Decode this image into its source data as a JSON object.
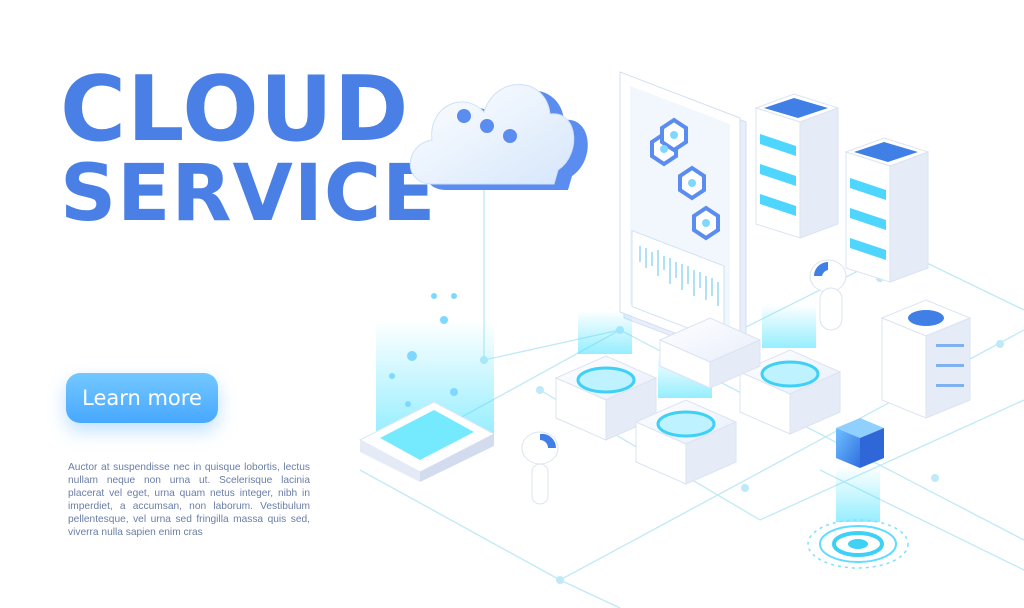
{
  "hero": {
    "title_line1": "CLOUD",
    "title_line2": "SERVICE",
    "cta_label": "Learn more",
    "body_text": "Auctor at suspendisse nec in quisque lobortis, lectus nullam neque non urna ut. Scelerisque lacinia placerat vel eget, urna quam netus integer, nibh in imperdiet, a accumsan, non laborum. Vestibulum pellentesque, vel urna sed fringilla massa quis sed, viverra nulla sapien enim cras"
  },
  "colors": {
    "title": "#4a7fe6",
    "button": "#48a8ff",
    "accent_cyan": "#3fe0ff",
    "outline_blue": "#5b8cf0"
  },
  "illustration": {
    "icons": [
      "cloud-icon",
      "tablet-icon",
      "server-rack-icon",
      "drone-icon",
      "cube-icon",
      "target-icon"
    ]
  }
}
